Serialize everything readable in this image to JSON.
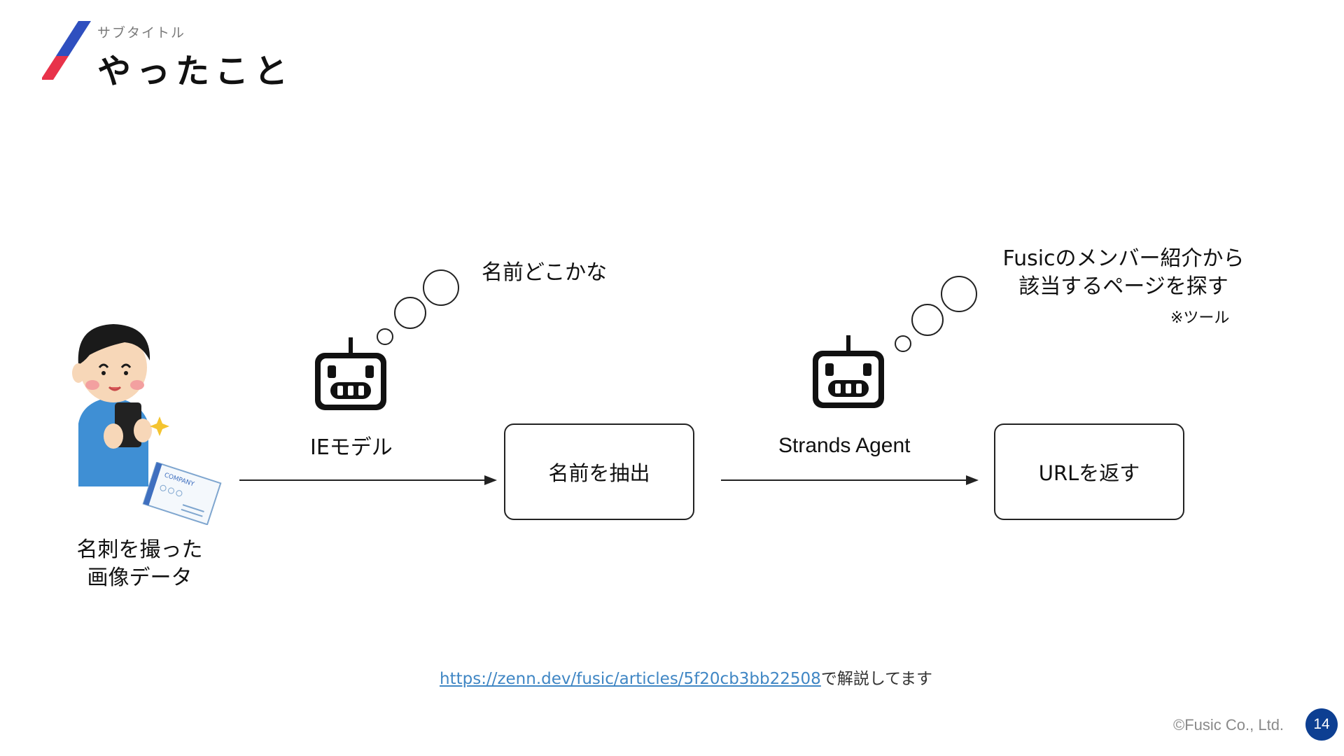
{
  "header": {
    "subtitle": "サブタイトル",
    "title": "やったこと"
  },
  "colors": {
    "accent_blue": "#2f4fbf",
    "accent_red": "#e8334a",
    "page_badge": "#0d3f92",
    "link": "#3f86c4"
  },
  "diagram": {
    "person_caption_line1": "名刺を撮った",
    "person_caption_line2": "画像データ",
    "card_text": "COMPANY",
    "model1_label": "IEモデル",
    "model1_thought": "名前どこかな",
    "box1": "名前を抽出",
    "model2_label": "Strands Agent",
    "model2_thought_line1": "Fusicのメンバー紹介から",
    "model2_thought_line2": "該当するページを探す",
    "model2_note": "※ツール",
    "box2": "URLを返す",
    "icons": [
      "person-with-phone-icon",
      "business-card-icon",
      "robot-icon",
      "thought-bubble-icon",
      "arrow-icon"
    ]
  },
  "footer": {
    "link": "https://zenn.dev/fusic/articles/5f20cb3bb22508",
    "link_suffix": "で解説してます",
    "copyright": "©Fusic Co., Ltd.",
    "page": "14"
  }
}
